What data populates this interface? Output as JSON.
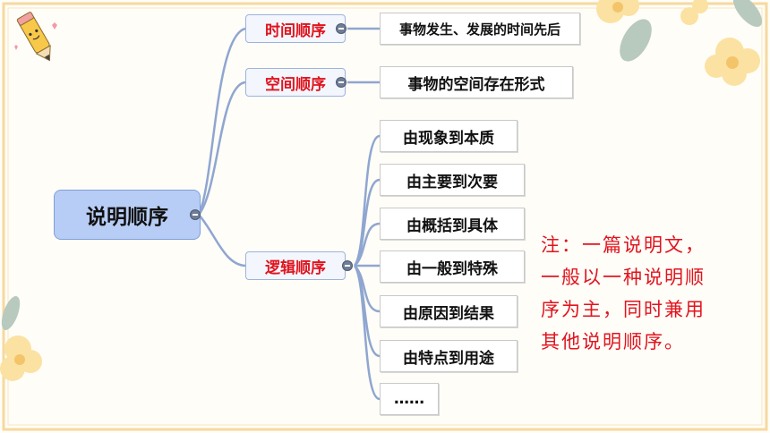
{
  "root": {
    "label": "说明顺序"
  },
  "branches": [
    {
      "label": "时间顺序",
      "children": [
        "事物发生、发展的时间先后"
      ]
    },
    {
      "label": "空间顺序",
      "children": [
        "事物的空间存在形式"
      ]
    },
    {
      "label": "逻辑顺序",
      "children": [
        "由现象到本质",
        "由主要到次要",
        "由概括到具体",
        "由一般到特殊",
        "由原因到结果",
        "由特点到用途",
        "……"
      ]
    }
  ],
  "note": "注：一篇说明文，\n一般以一种说明顺\n序为主，同时兼用\n其他说明顺序。",
  "colors": {
    "frame": "#f6d9a0",
    "root_fill": "#b8cdf5",
    "branch_text": "#e0141e",
    "connector": "#8fa6d0",
    "note_text": "#e0141e"
  },
  "icons": [
    "pencil-mascot-icon",
    "flower-decoration-icon",
    "leaf-decoration-icon",
    "collapse-toggle-icon"
  ]
}
